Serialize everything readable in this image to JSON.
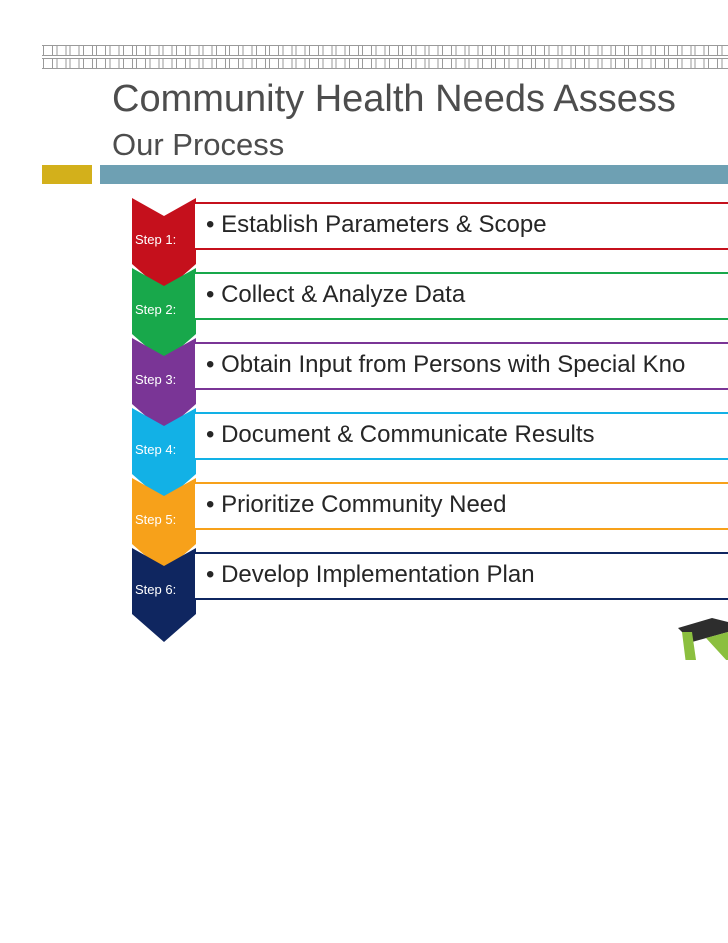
{
  "slide": {
    "title": "Community Health Needs Assess",
    "subtitle": "Our Process"
  },
  "colors": {
    "title_text": "#4d4d4d",
    "gold_accent": "#d3b01b",
    "blue_accent": "#6ea0b3"
  },
  "steps": [
    {
      "label": "Step 1:",
      "text": "• Establish Parameters & Scope",
      "color": "#c5101c"
    },
    {
      "label": "Step 2:",
      "text": "• Collect & Analyze Data",
      "color": "#18a84b"
    },
    {
      "label": "Step 3:",
      "text": "• Obtain Input from Persons with Special Kno",
      "color": "#7a3596"
    },
    {
      "label": "Step 4:",
      "text": "• Document & Communicate Results",
      "color": "#12b1e6"
    },
    {
      "label": "Step 5:",
      "text": "• Prioritize Community Need",
      "color": "#f7a11a"
    },
    {
      "label": "Step 6:",
      "text": "• Develop Implementation Plan",
      "color": "#0f2660"
    }
  ],
  "logo": {
    "icon": "organization-logo",
    "colors": [
      "#2d2d2d",
      "#8bbf3f"
    ]
  }
}
